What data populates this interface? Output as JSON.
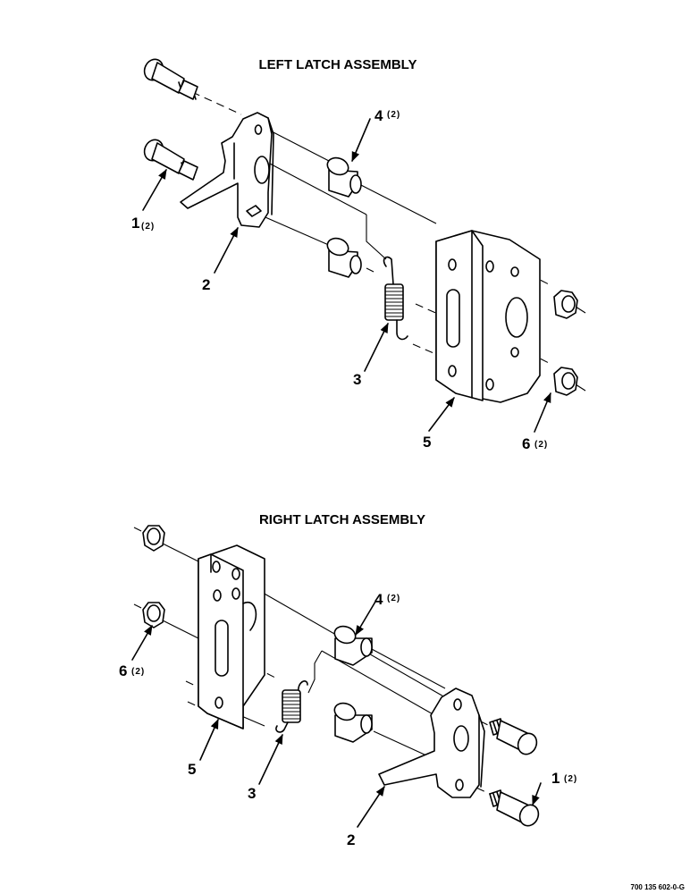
{
  "titles": {
    "left": "LEFT LATCH ASSEMBLY",
    "right": "RIGHT LATCH ASSEMBLY"
  },
  "callouts": {
    "left": {
      "p1": "1",
      "p1_qty": "(2)",
      "p2": "2",
      "p3": "3",
      "p4": "4",
      "p4_qty": "(2)",
      "p5": "5",
      "p6": "6",
      "p6_qty": "(2)"
    },
    "right": {
      "p1": "1",
      "p1_qty": "(2)",
      "p2": "2",
      "p3": "3",
      "p4": "4",
      "p4_qty": "(2)",
      "p5": "5",
      "p6": "6",
      "p6_qty": "(2)"
    }
  },
  "drawing_code": "700 135 602-0-G"
}
